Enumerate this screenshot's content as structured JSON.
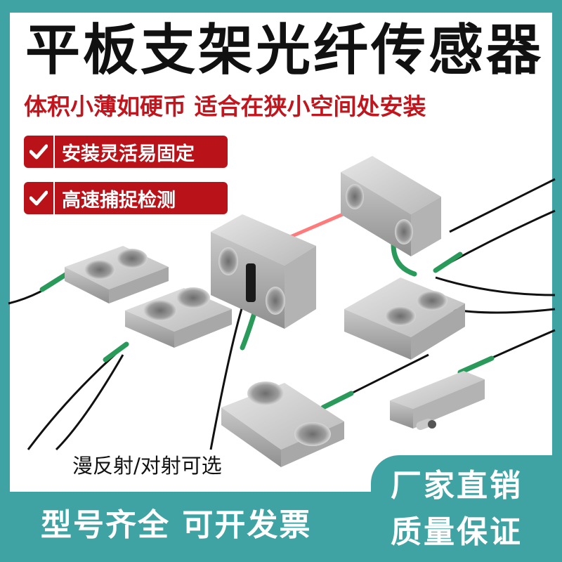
{
  "title": "平板支架光纤传感器",
  "subtitle": "体积小薄如硬币 适合在狭小空间处安装",
  "features": [
    {
      "label": "安装灵活易固定",
      "icon": "checkmark-icon"
    },
    {
      "label": "高速捕捉检测",
      "icon": "checkmark-icon"
    }
  ],
  "caption": "漫反射/对射可选",
  "footer": {
    "left_text": "型号齐全 可开发票",
    "badge_line1": "厂家直销",
    "badge_line2": "质量保证"
  },
  "colors": {
    "teal": "#3fa3a3",
    "red": "#b91218",
    "title": "#111111",
    "subtitle_red": "#c1161d"
  }
}
